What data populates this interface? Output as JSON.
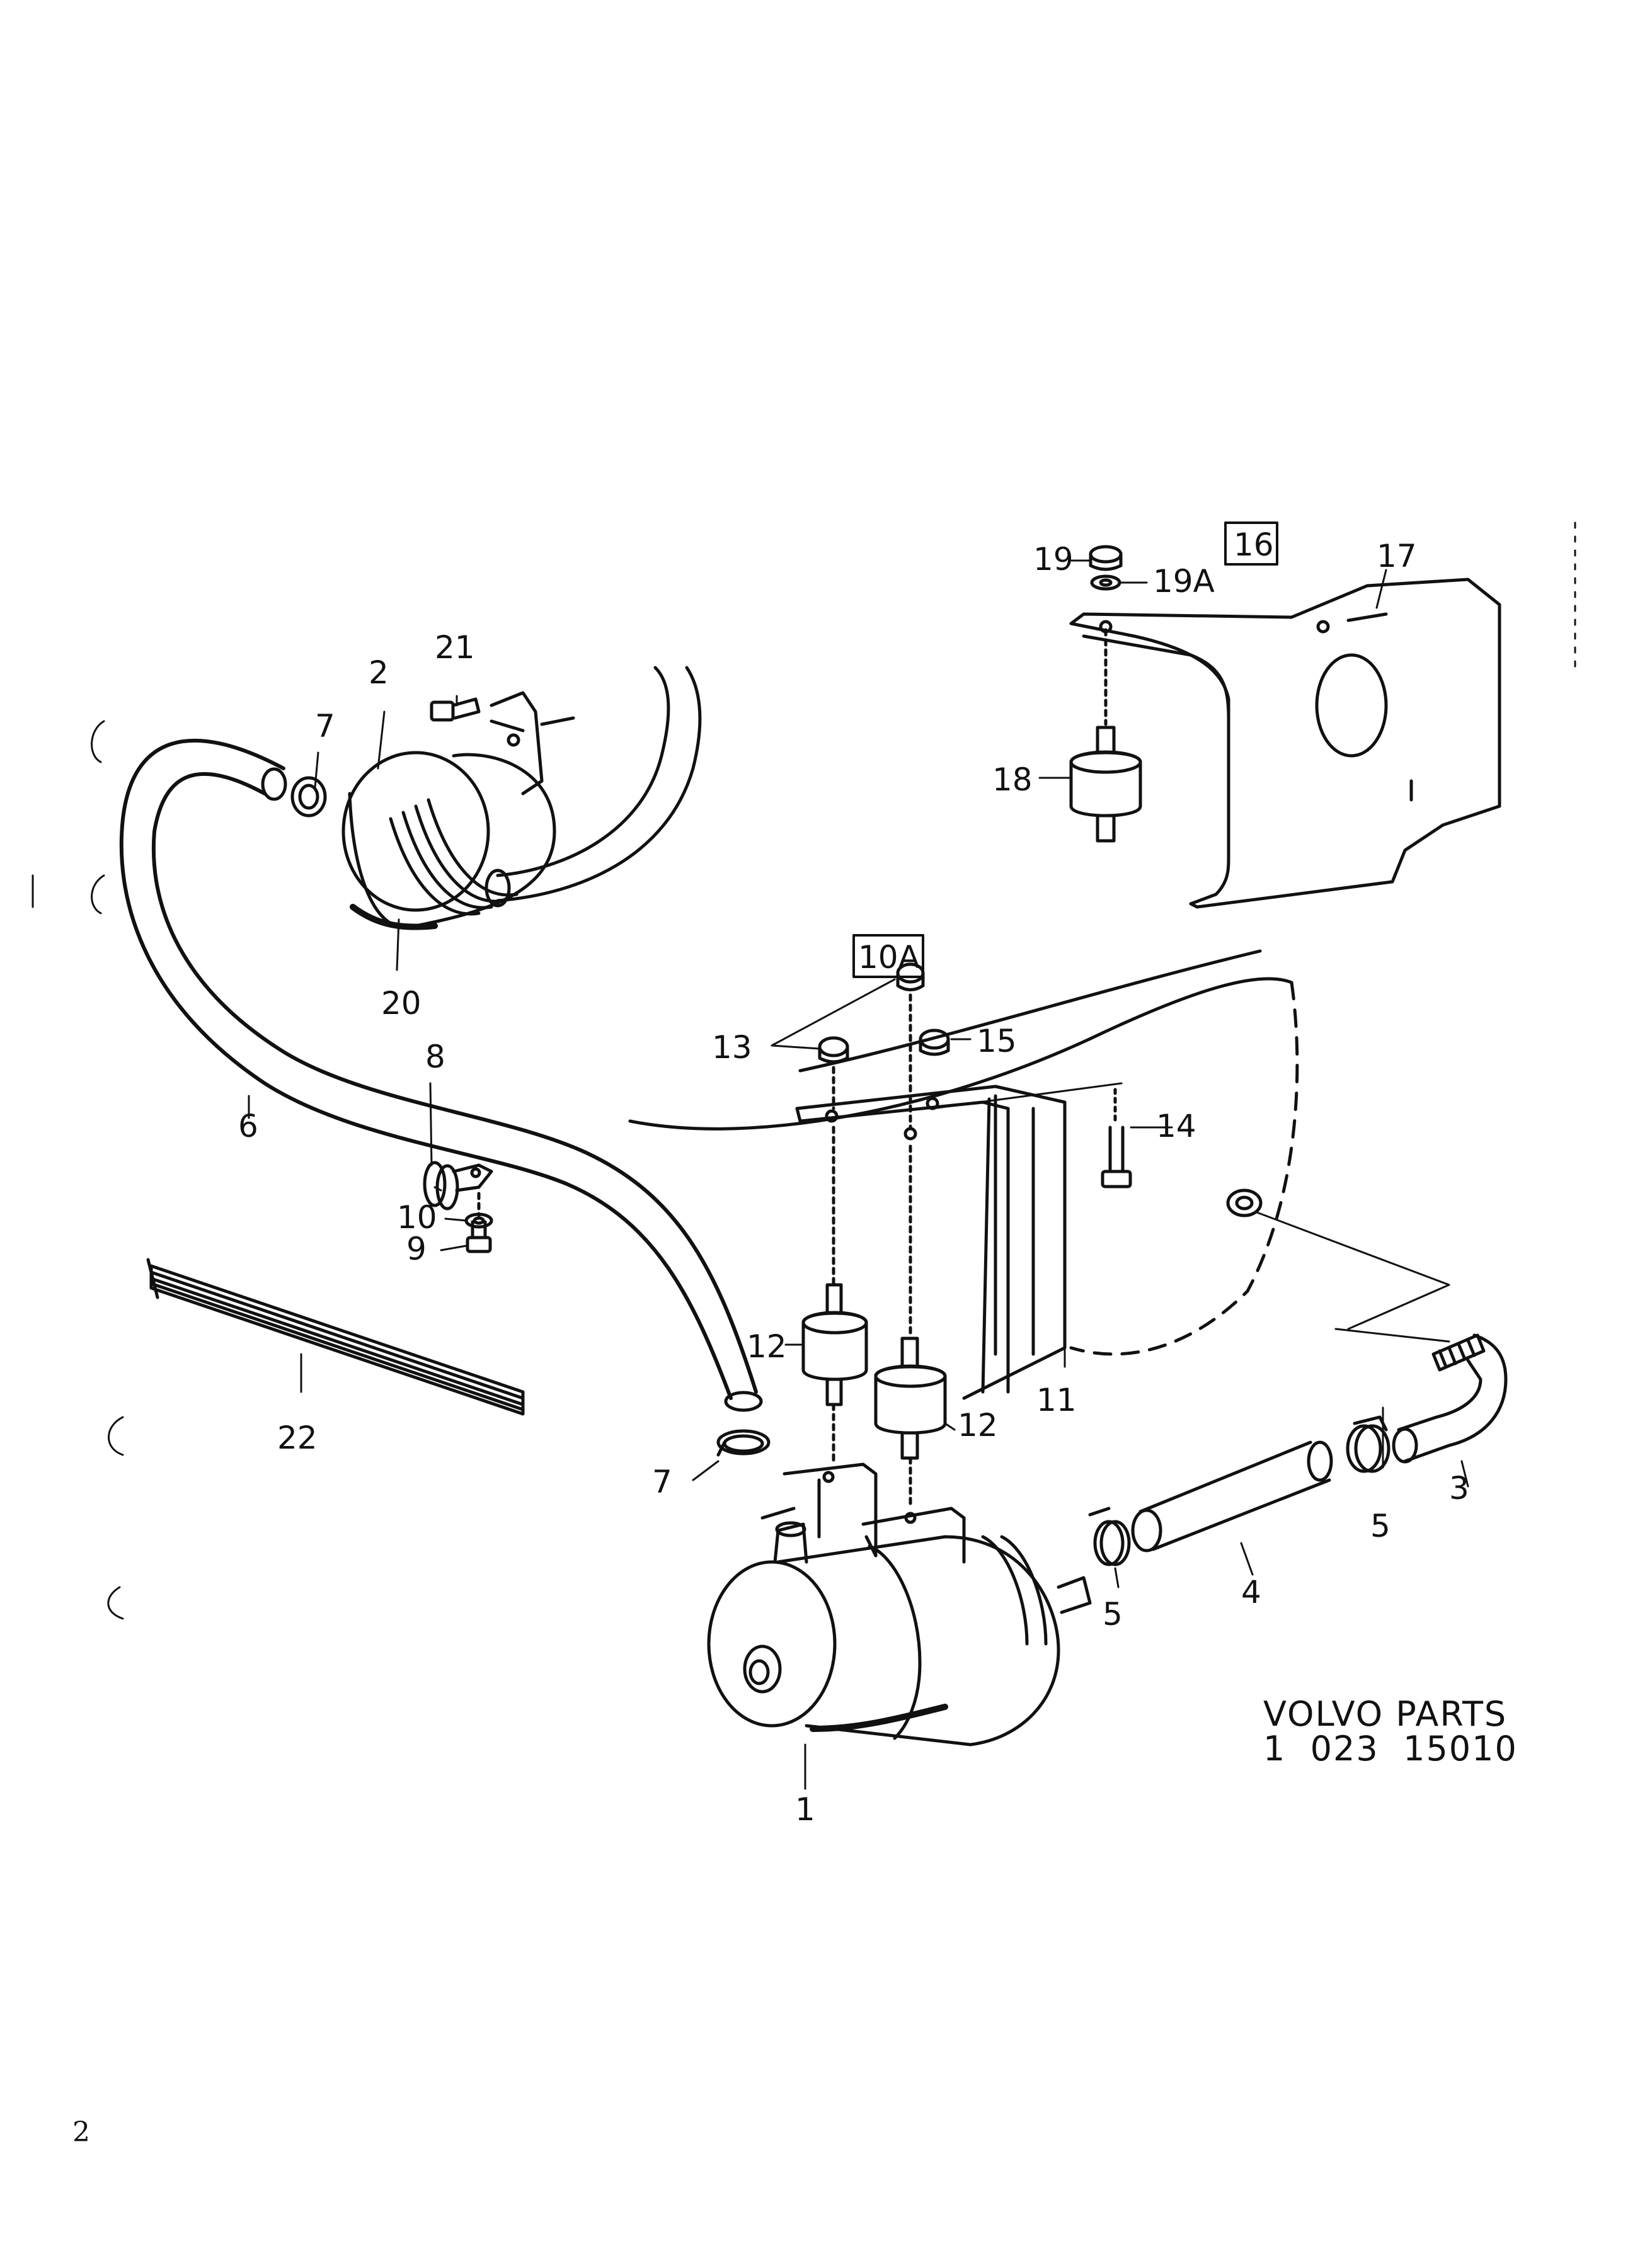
{
  "labels": {
    "p1": "1",
    "p2": "2",
    "p3": "3",
    "p4": "4",
    "p5a": "5",
    "p5b": "5",
    "p6": "6",
    "p7a": "7",
    "p7b": "7",
    "p8": "8",
    "p9": "9",
    "p10": "10",
    "p10a": "10A",
    "p11": "11",
    "p12a": "12",
    "p12b": "12",
    "p13": "13",
    "p14": "14",
    "p15": "15",
    "p16": "16",
    "p17": "17",
    "p18": "18",
    "p19": "19",
    "p19a": "19A",
    "p20": "20",
    "p21": "21",
    "p22": "22"
  },
  "footer": {
    "line1": "VOLVO PARTS",
    "line2": "1  023  15010"
  },
  "page_number": "2"
}
